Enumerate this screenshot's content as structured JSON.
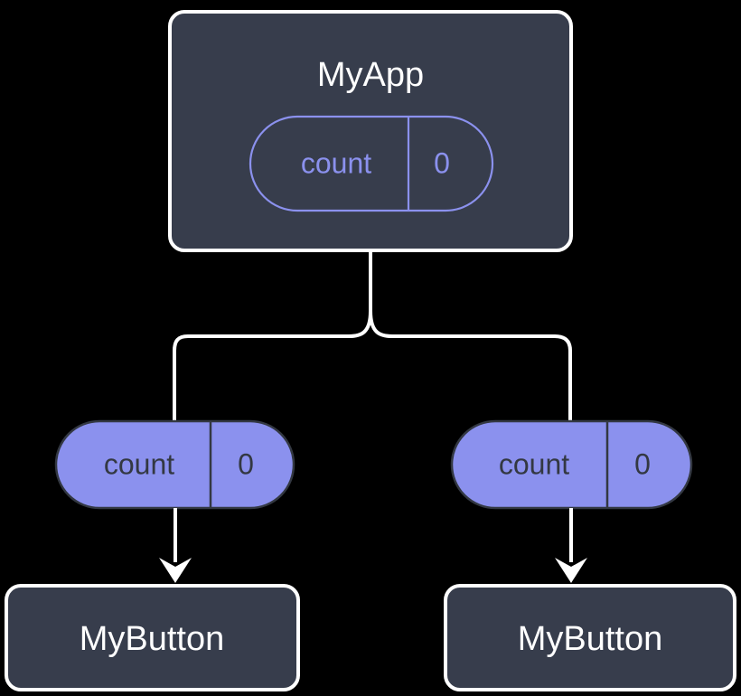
{
  "diagram": {
    "type": "component-tree",
    "background_color": "#000000",
    "palette": {
      "box_fill": "#373d4c",
      "box_stroke": "#ffffff",
      "accent": "#8b91ee",
      "text_light": "#ffffff",
      "text_dark": "#333842",
      "connector": "#ffffff"
    },
    "root": {
      "title": "MyApp",
      "state_pill": {
        "key": "count",
        "value": "0",
        "style": "outline"
      }
    },
    "branches": [
      {
        "side": "left",
        "pill": {
          "key": "count",
          "value": "0",
          "style": "filled"
        },
        "child": {
          "title": "MyButton"
        }
      },
      {
        "side": "right",
        "pill": {
          "key": "count",
          "value": "0",
          "style": "filled"
        },
        "child": {
          "title": "MyButton"
        }
      }
    ]
  }
}
